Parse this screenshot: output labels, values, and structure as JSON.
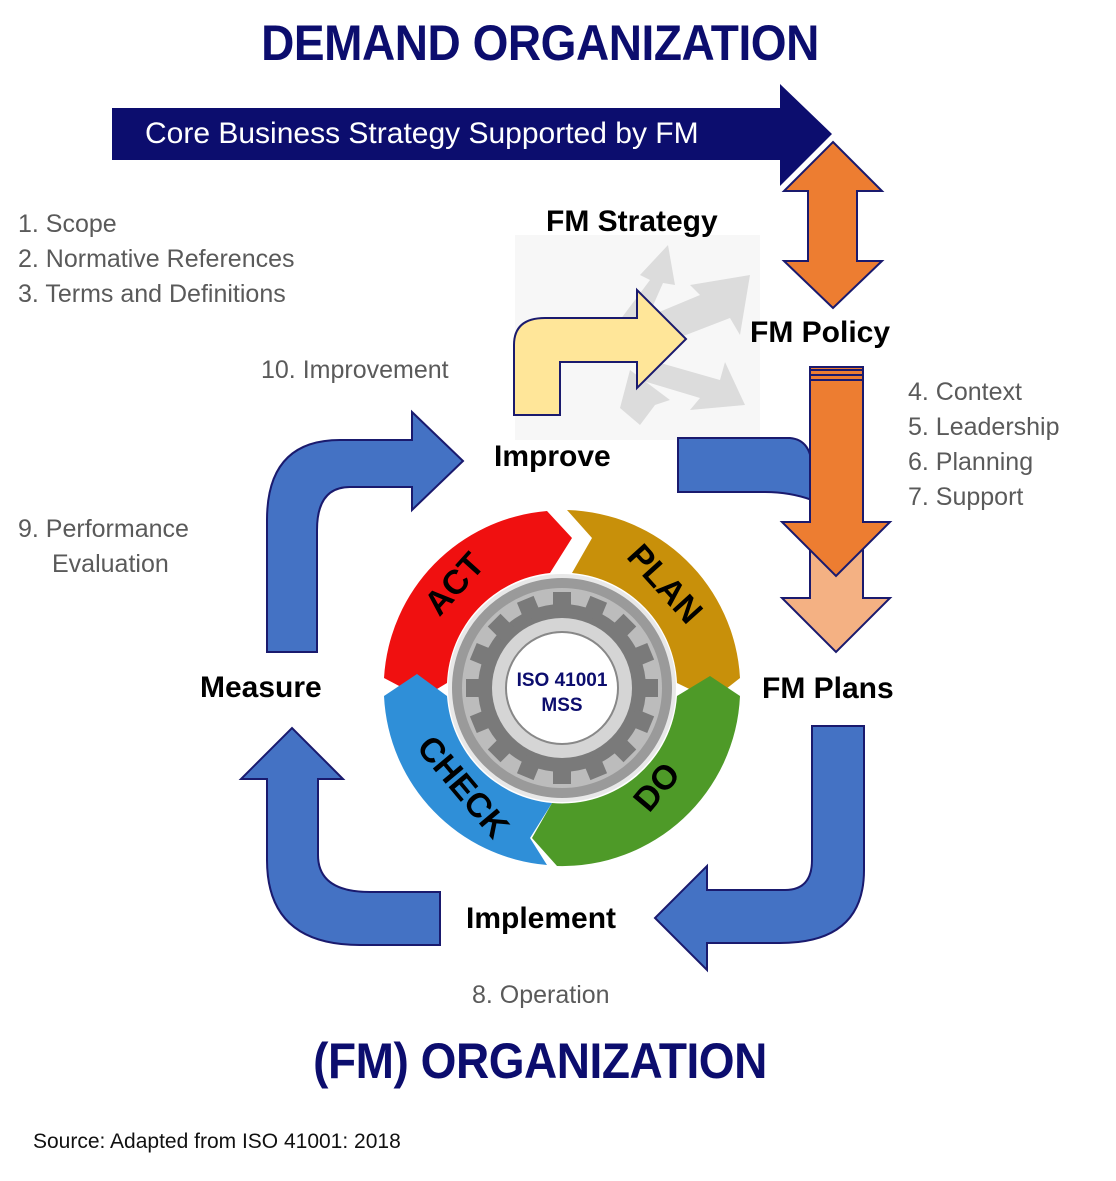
{
  "titles": {
    "top": "DEMAND ORGANIZATION",
    "bottom": "(FM) ORGANIZATION"
  },
  "banner_arrow": {
    "label": "Core Business Strategy Supported by FM"
  },
  "stages": {
    "fm_strategy": "FM Strategy",
    "fm_policy": "FM Policy",
    "fm_plans": "FM Plans",
    "improve": "Improve",
    "measure": "Measure",
    "implement": "Implement"
  },
  "clauses": {
    "left_top": [
      "1. Scope",
      "2. Normative References",
      "3. Terms and Definitions"
    ],
    "right": [
      "4. Context",
      "5. Leadership",
      "6. Planning",
      "7. Support"
    ],
    "operation": "8. Operation",
    "performance": [
      "9. Performance",
      "Evaluation"
    ],
    "improvement": "10. Improvement"
  },
  "pdca": {
    "center_line1": "ISO 41001",
    "center_line2": "MSS",
    "segments": [
      {
        "label": "ACT",
        "color": "#f01010"
      },
      {
        "label": "PLAN",
        "color": "#c8900a"
      },
      {
        "label": "DO",
        "color": "#4e9a28"
      },
      {
        "label": "CHECK",
        "color": "#2f8fd8"
      }
    ]
  },
  "colors": {
    "navy": "#0c0d6e",
    "orange": "#ed7d31",
    "light_orange": "#f4b183",
    "blue_arrow": "#4472c4",
    "yellow_arrow": "#ffe699",
    "gray_text": "#5a5a5a"
  },
  "source": "Source: Adapted from ISO 41001: 2018"
}
